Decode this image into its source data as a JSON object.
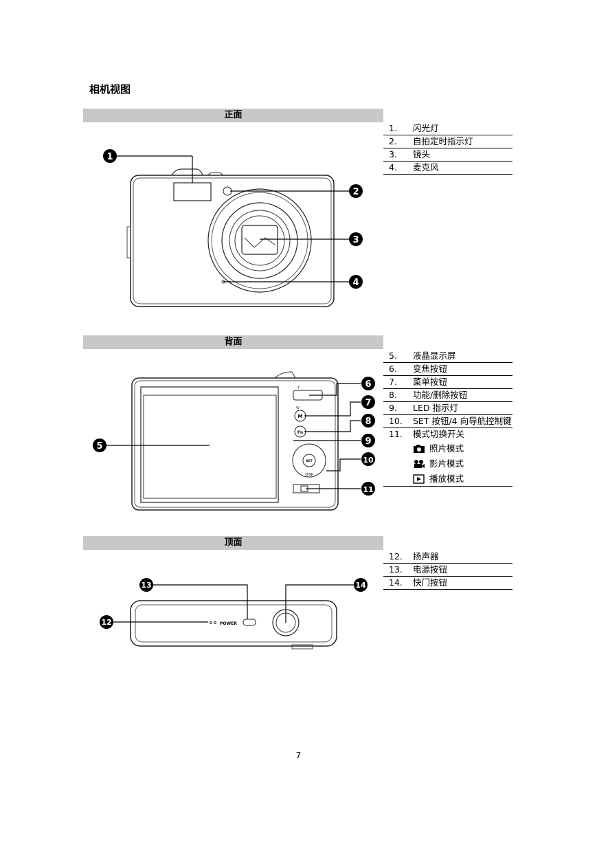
{
  "title": "相机视图",
  "front": {
    "header": "正面",
    "items": [
      {
        "num": "1.",
        "text": "闪光灯"
      },
      {
        "num": "2.",
        "text": "自拍定时指示灯"
      },
      {
        "num": "3.",
        "text": "镜头"
      },
      {
        "num": "4.",
        "text": "麦克风"
      }
    ],
    "callouts": [
      "1",
      "2",
      "3",
      "4"
    ]
  },
  "back": {
    "header": "背面",
    "items": [
      {
        "num": "5.",
        "text": "液晶显示屏"
      },
      {
        "num": "6.",
        "text": "变焦按钮"
      },
      {
        "num": "7.",
        "text": "菜单按钮"
      },
      {
        "num": "8.",
        "text": "功能/删除按钮"
      },
      {
        "num": "9.",
        "text": "LED 指示灯"
      },
      {
        "num": "10.",
        "text": "SET 按钮/4 向导航控制键"
      },
      {
        "num": "11.",
        "text": "模式切换开关"
      }
    ],
    "modes": [
      {
        "icon": "camera-icon",
        "text": "照片模式"
      },
      {
        "icon": "movie-camera-icon",
        "text": "影片模式"
      },
      {
        "icon": "play-icon",
        "text": "播放模式"
      }
    ],
    "callouts": [
      "5",
      "6",
      "7",
      "8",
      "9",
      "10",
      "11"
    ],
    "labels": {
      "m": "M",
      "fn": "Fn",
      "set": "SET",
      "disp": "DISP",
      "t": "T",
      "w": "W"
    }
  },
  "top": {
    "header": "顶面",
    "items": [
      {
        "num": "12.",
        "text": "扬声器"
      },
      {
        "num": "13.",
        "text": "电源按钮"
      },
      {
        "num": "14.",
        "text": "快门按钮"
      }
    ],
    "callouts": [
      "12",
      "13",
      "14"
    ],
    "power_label": "POWER"
  },
  "page_number": "7"
}
